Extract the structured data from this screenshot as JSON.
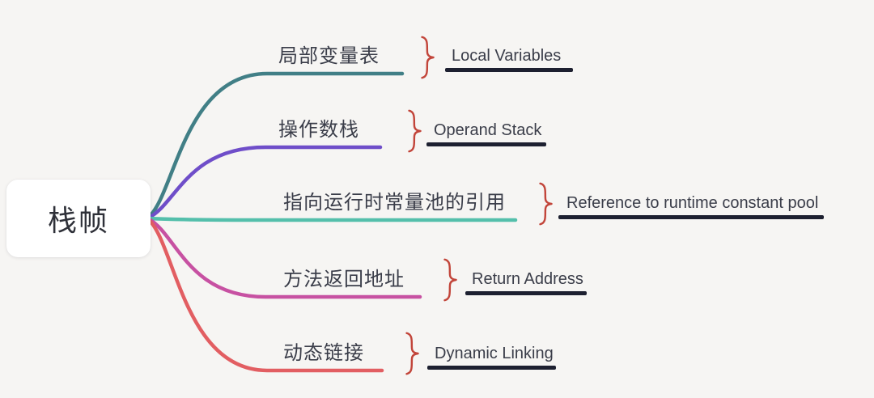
{
  "root": {
    "label": "栈帧"
  },
  "branches": [
    {
      "zh": "局部变量表",
      "en": "Local Variables",
      "color": "#417f86"
    },
    {
      "zh": "操作数栈",
      "en": "Operand Stack",
      "color": "#6f4ec9"
    },
    {
      "zh": "指向运行时常量池的引用",
      "en": "Reference to runtime constant pool",
      "color": "#54bfab"
    },
    {
      "zh": "方法返回地址",
      "en": "Return Address",
      "color": "#c751a2"
    },
    {
      "zh": "动态链接",
      "en": "Dynamic Linking",
      "color": "#e25e62"
    }
  ],
  "decor": {
    "background": "#f6f5f3",
    "text_color": "#3a3d49",
    "underline_color": "#1d2030",
    "brace_color": "#c2453a"
  }
}
